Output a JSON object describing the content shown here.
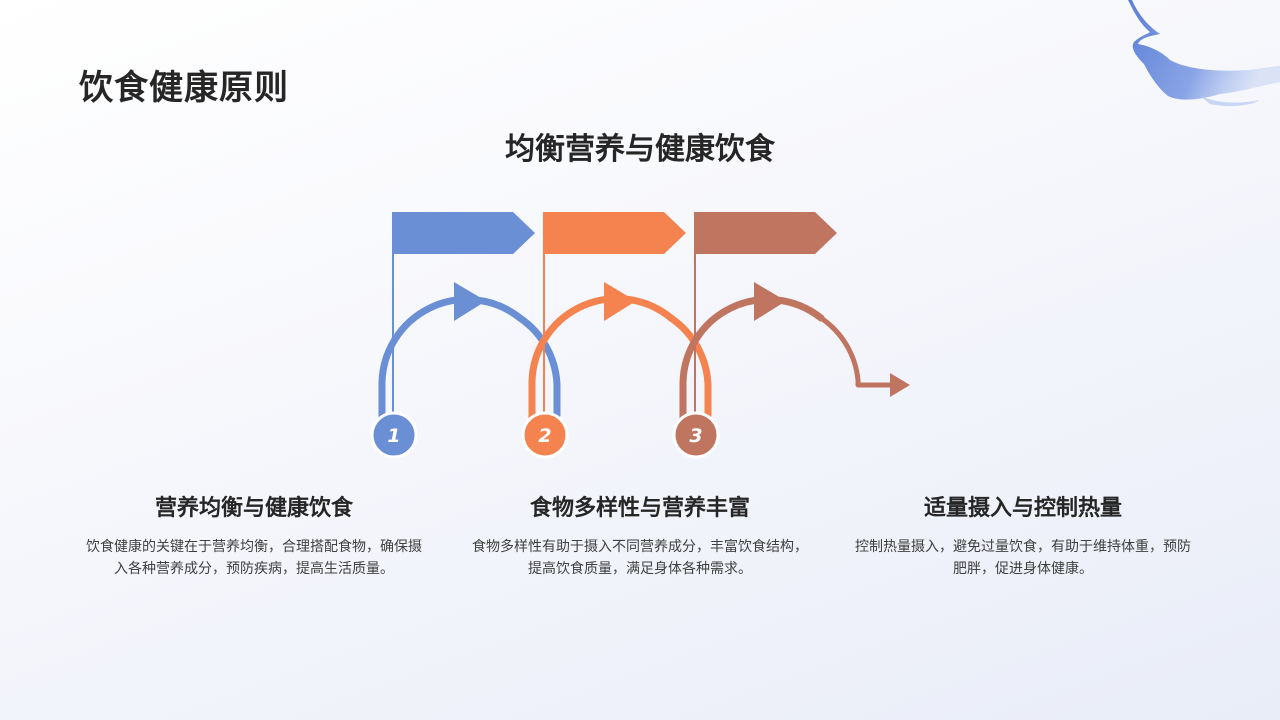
{
  "header": {
    "title": "饮食健康原则",
    "subtitle": "均衡营养与健康饮食"
  },
  "colors": {
    "step1": "#6a8fd4",
    "step2": "#f4834f",
    "step3": "#c07560"
  },
  "steps": [
    {
      "number": "1",
      "title": "营养均衡与健康饮食",
      "text": "饮食健康的关键在于营养均衡，合理搭配食物，确保摄入各种营养成分，预防疾病，提高生活质量。"
    },
    {
      "number": "2",
      "title": "食物多样性与营养丰富",
      "text": "食物多样性有助于摄入不同营养成分，丰富饮食结构，提高饮食质量，满足身体各种需求。"
    },
    {
      "number": "3",
      "title": "适量摄入与控制热量",
      "text": "控制热量摄入，避免过量饮食，有助于维持体重，预防肥胖，促进身体健康。"
    }
  ]
}
